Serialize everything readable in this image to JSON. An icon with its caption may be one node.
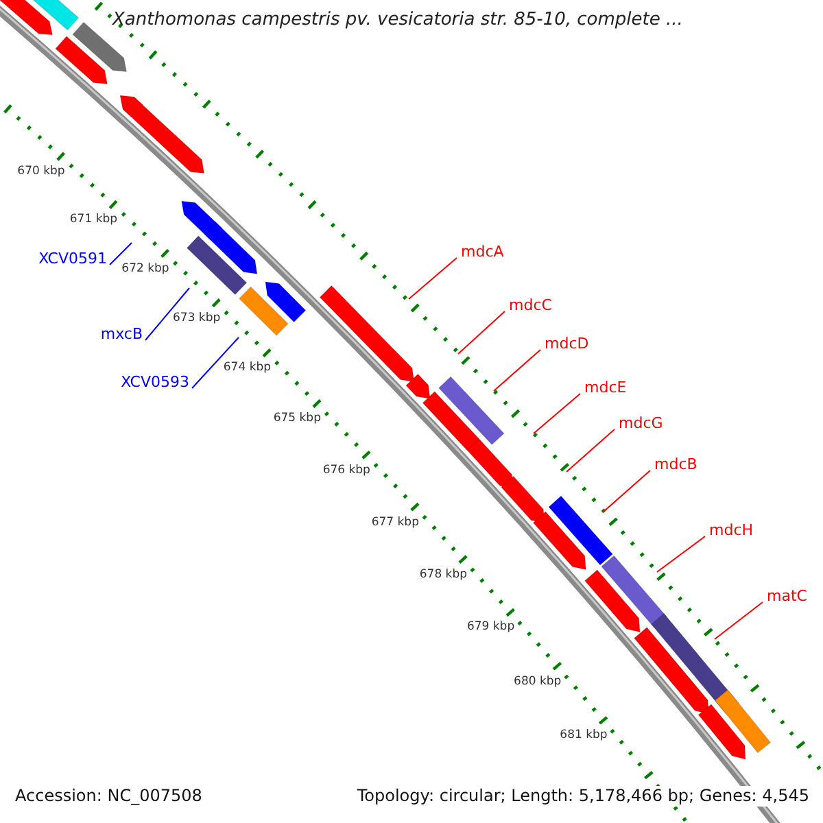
{
  "diagram": {
    "title": "Xanthomonas campestris pv. vesicatoria str. 85-10, complete ...",
    "nodes": [
      {
        "text": [
          "mdcA"
        ]
      },
      {
        "text": [
          "XCV0591"
        ]
      },
      {
        "text": [
          "mdcC"
        ]
      },
      {
        "text": [
          "mxcB"
        ]
      },
      {
        "text": [
          "mdcD"
        ]
      },
      {
        "text": [
          "XCV0593"
        ]
      },
      {
        "text": [
          "mdcE"
        ]
      },
      {
        "text": [
          "mdcG"
        ]
      },
      {
        "text": [
          "mdcB"
        ]
      },
      {
        "text": [
          "mdcH"
        ]
      },
      {
        "text": [
          "matC"
        ]
      }
    ],
    "edges": [
      {
        "from": 0,
        "to": null,
        "arrow": "none"
      },
      {
        "from": 1,
        "to": null,
        "arrow": "none",
        "color": "#0000ff"
      },
      {
        "from": 2,
        "to": null,
        "arrow": "none"
      },
      {
        "from": 3,
        "to": null,
        "arrow": "none",
        "color": "#0000ff"
      },
      {
        "from": 4,
        "to": null,
        "arrow": "none"
      },
      {
        "from": 5,
        "to": null,
        "arrow": "none",
        "color": "#0000ff"
      },
      {
        "from": 6,
        "to": null,
        "arrow": "none"
      },
      {
        "from": 7,
        "to": null,
        "arrow": "none"
      },
      {
        "from": 8,
        "to": null,
        "arrow": "none"
      },
      {
        "from": 9,
        "to": null,
        "arrow": "none"
      },
      {
        "from": 10,
        "to": null,
        "arrow": "none"
      }
    ],
    "labels": [
      "670 kbp",
      "671 kbp",
      "672 kbp",
      "673 kbp",
      "674 kbp",
      "675 kbp",
      "676 kbp",
      "677 kbp",
      "678 kbp",
      "679 kbp",
      "680 kbp",
      "681 kbp",
      "Accession: NC_007508",
      "Topology: circular; Length: 5,178,466 bp; Genes: 4,545"
    ]
  }
}
